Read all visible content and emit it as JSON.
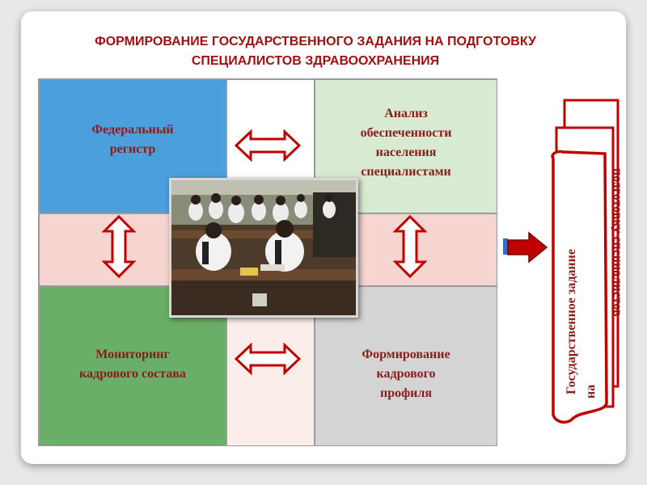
{
  "title": {
    "line1": "ФОРМИРОВАНИЕ  ГОСУДАРСТВЕННОГО  ЗАДАНИЯ НА ПОДГОТОВКУ",
    "line2": "СПЕЦИАЛИСТОВ  ЗДРАВООХРАНЕНИЯ"
  },
  "cells": {
    "federal_register": {
      "line1": "Федеральный",
      "line2": "регистр"
    },
    "analysis": {
      "line1": "Анализ",
      "line2": "обеспеченности",
      "line3": "населения",
      "line4": "специалистами"
    },
    "monitoring": {
      "line1": "Мониторинг",
      "line2": "кадрового состава"
    },
    "forming": {
      "line1": "Формирование",
      "line2": "кадрового",
      "line3": "профиля"
    }
  },
  "scroll": {
    "line1": "Государственное  задание",
    "line2": "на",
    "line3": "подготовку специалистов"
  },
  "colors": {
    "title": "#a01010",
    "cell_text": "#8a1c1c",
    "blue": "#4a9fdc",
    "light_green": "#d9ead3",
    "pink": "#f6d4cf",
    "green": "#6aaf67",
    "gray": "#d4d4d4",
    "arrow_outline": "#c00000",
    "arrow_fill_blue": "#3a6bc7"
  },
  "icons": [
    "double-arrow-horizontal-icon",
    "double-arrow-vertical-icon",
    "right-arrow-icon"
  ]
}
